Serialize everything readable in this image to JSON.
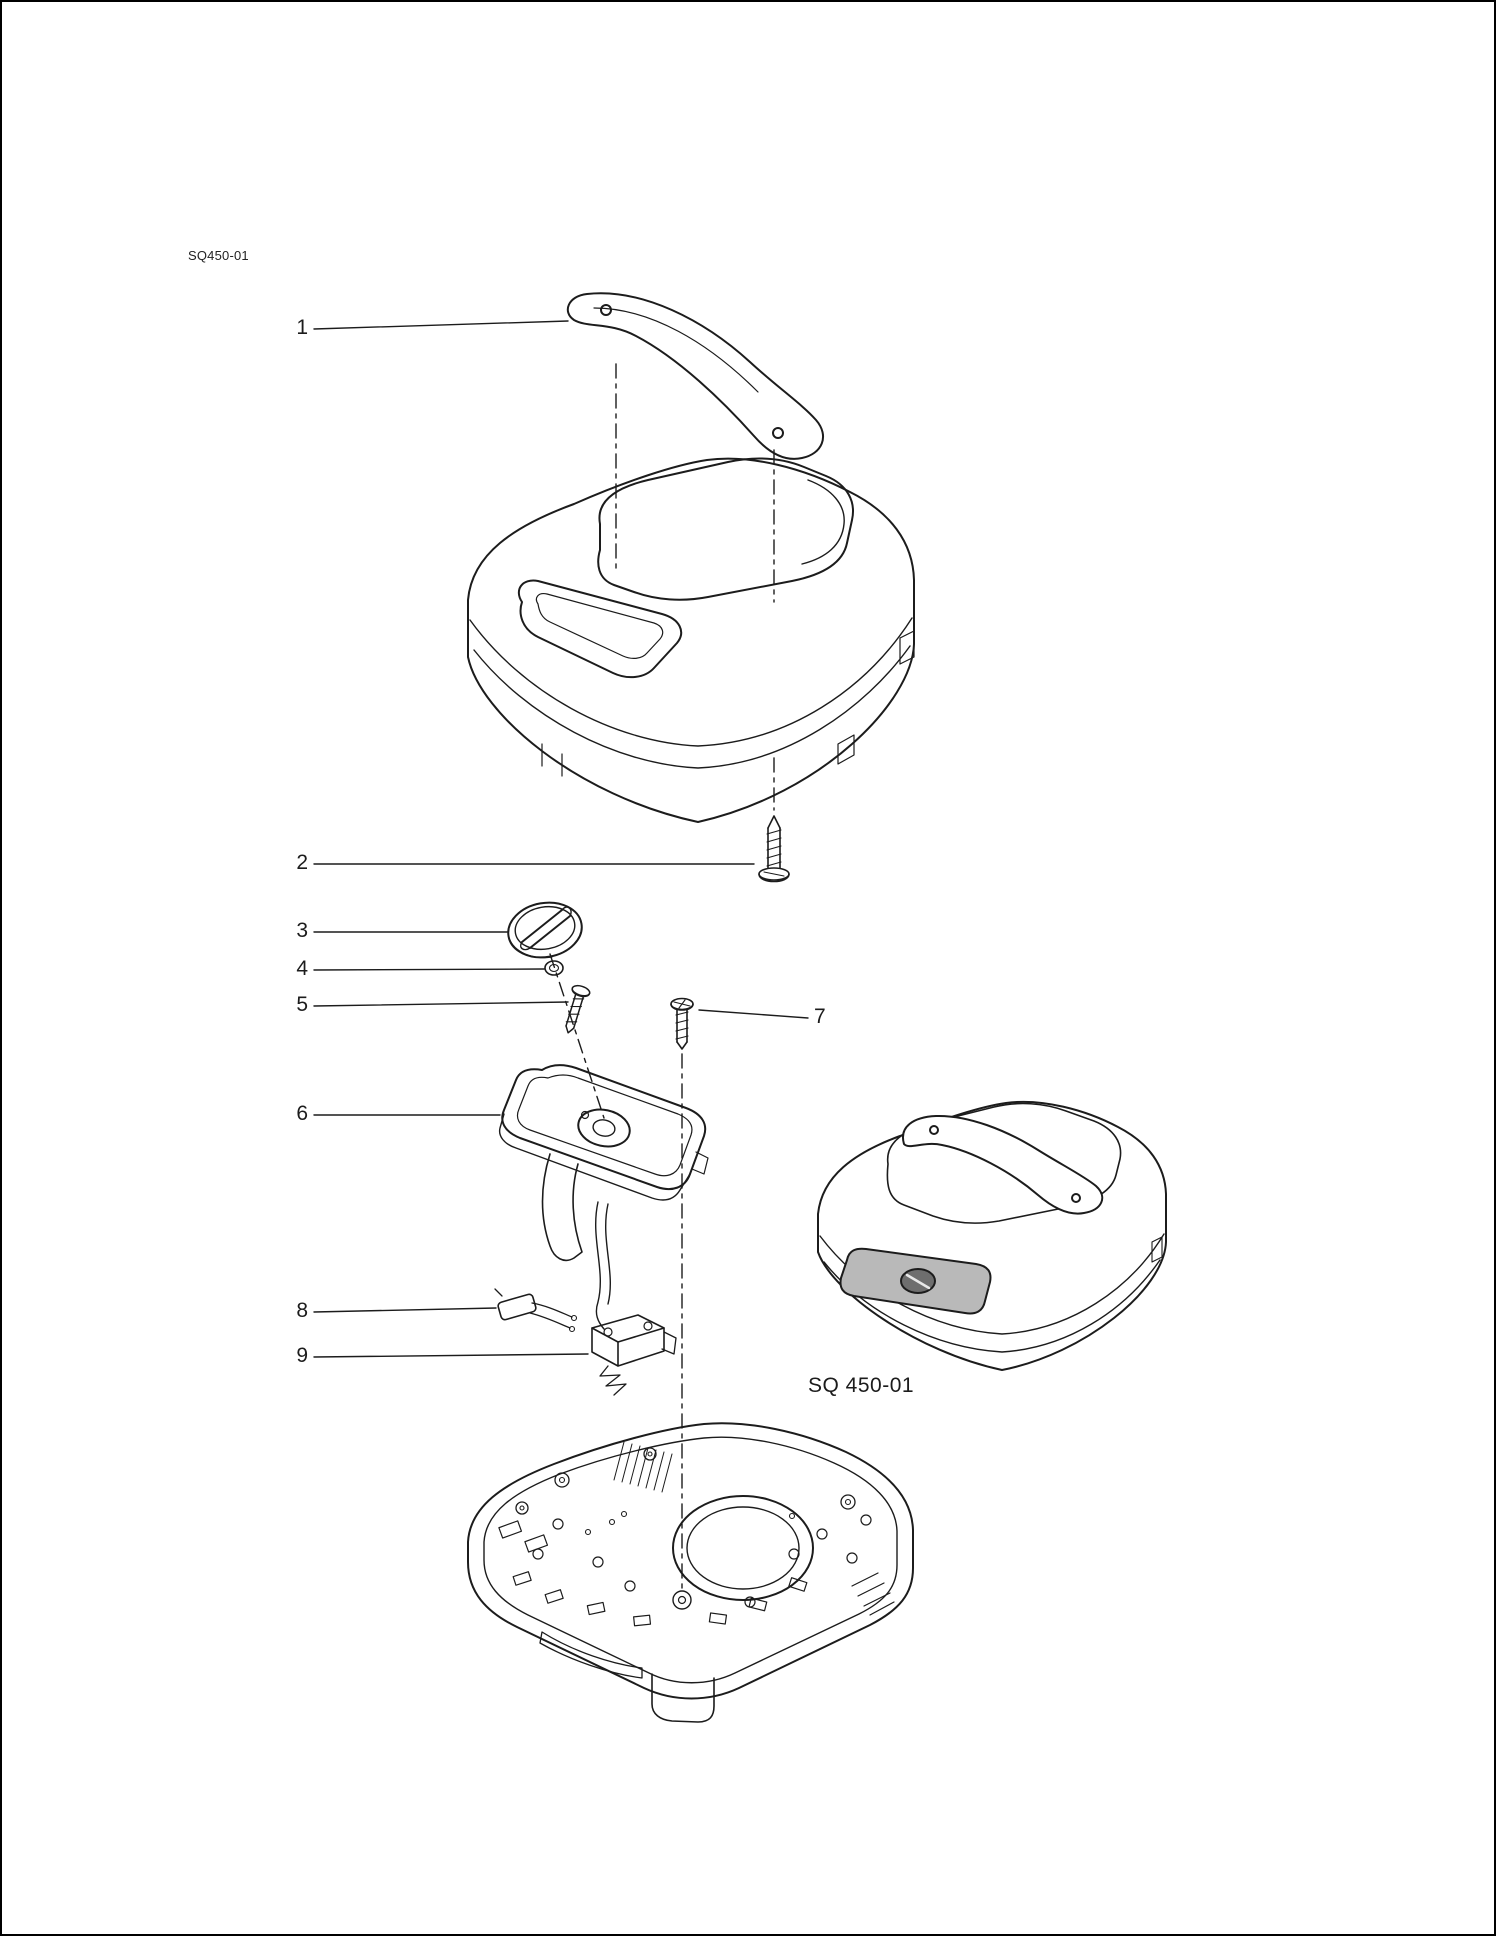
{
  "page": {
    "doc_code": "SQ450-01"
  },
  "diagram": {
    "assembled_label": "SQ 450-01",
    "callouts": [
      {
        "number": "1",
        "part": "carry-handle"
      },
      {
        "number": "2",
        "part": "cover-screw"
      },
      {
        "number": "3",
        "part": "control-knob"
      },
      {
        "number": "4",
        "part": "o-ring"
      },
      {
        "number": "5",
        "part": "panel-screw"
      },
      {
        "number": "6",
        "part": "control-panel"
      },
      {
        "number": "7",
        "part": "base-screw"
      },
      {
        "number": "8",
        "part": "connector-with-wires"
      },
      {
        "number": "9",
        "part": "switch-assembly"
      }
    ],
    "colors": {
      "line": "#1c1c1c",
      "panel_highlight": "#b9b9b9",
      "background": "#ffffff"
    }
  }
}
